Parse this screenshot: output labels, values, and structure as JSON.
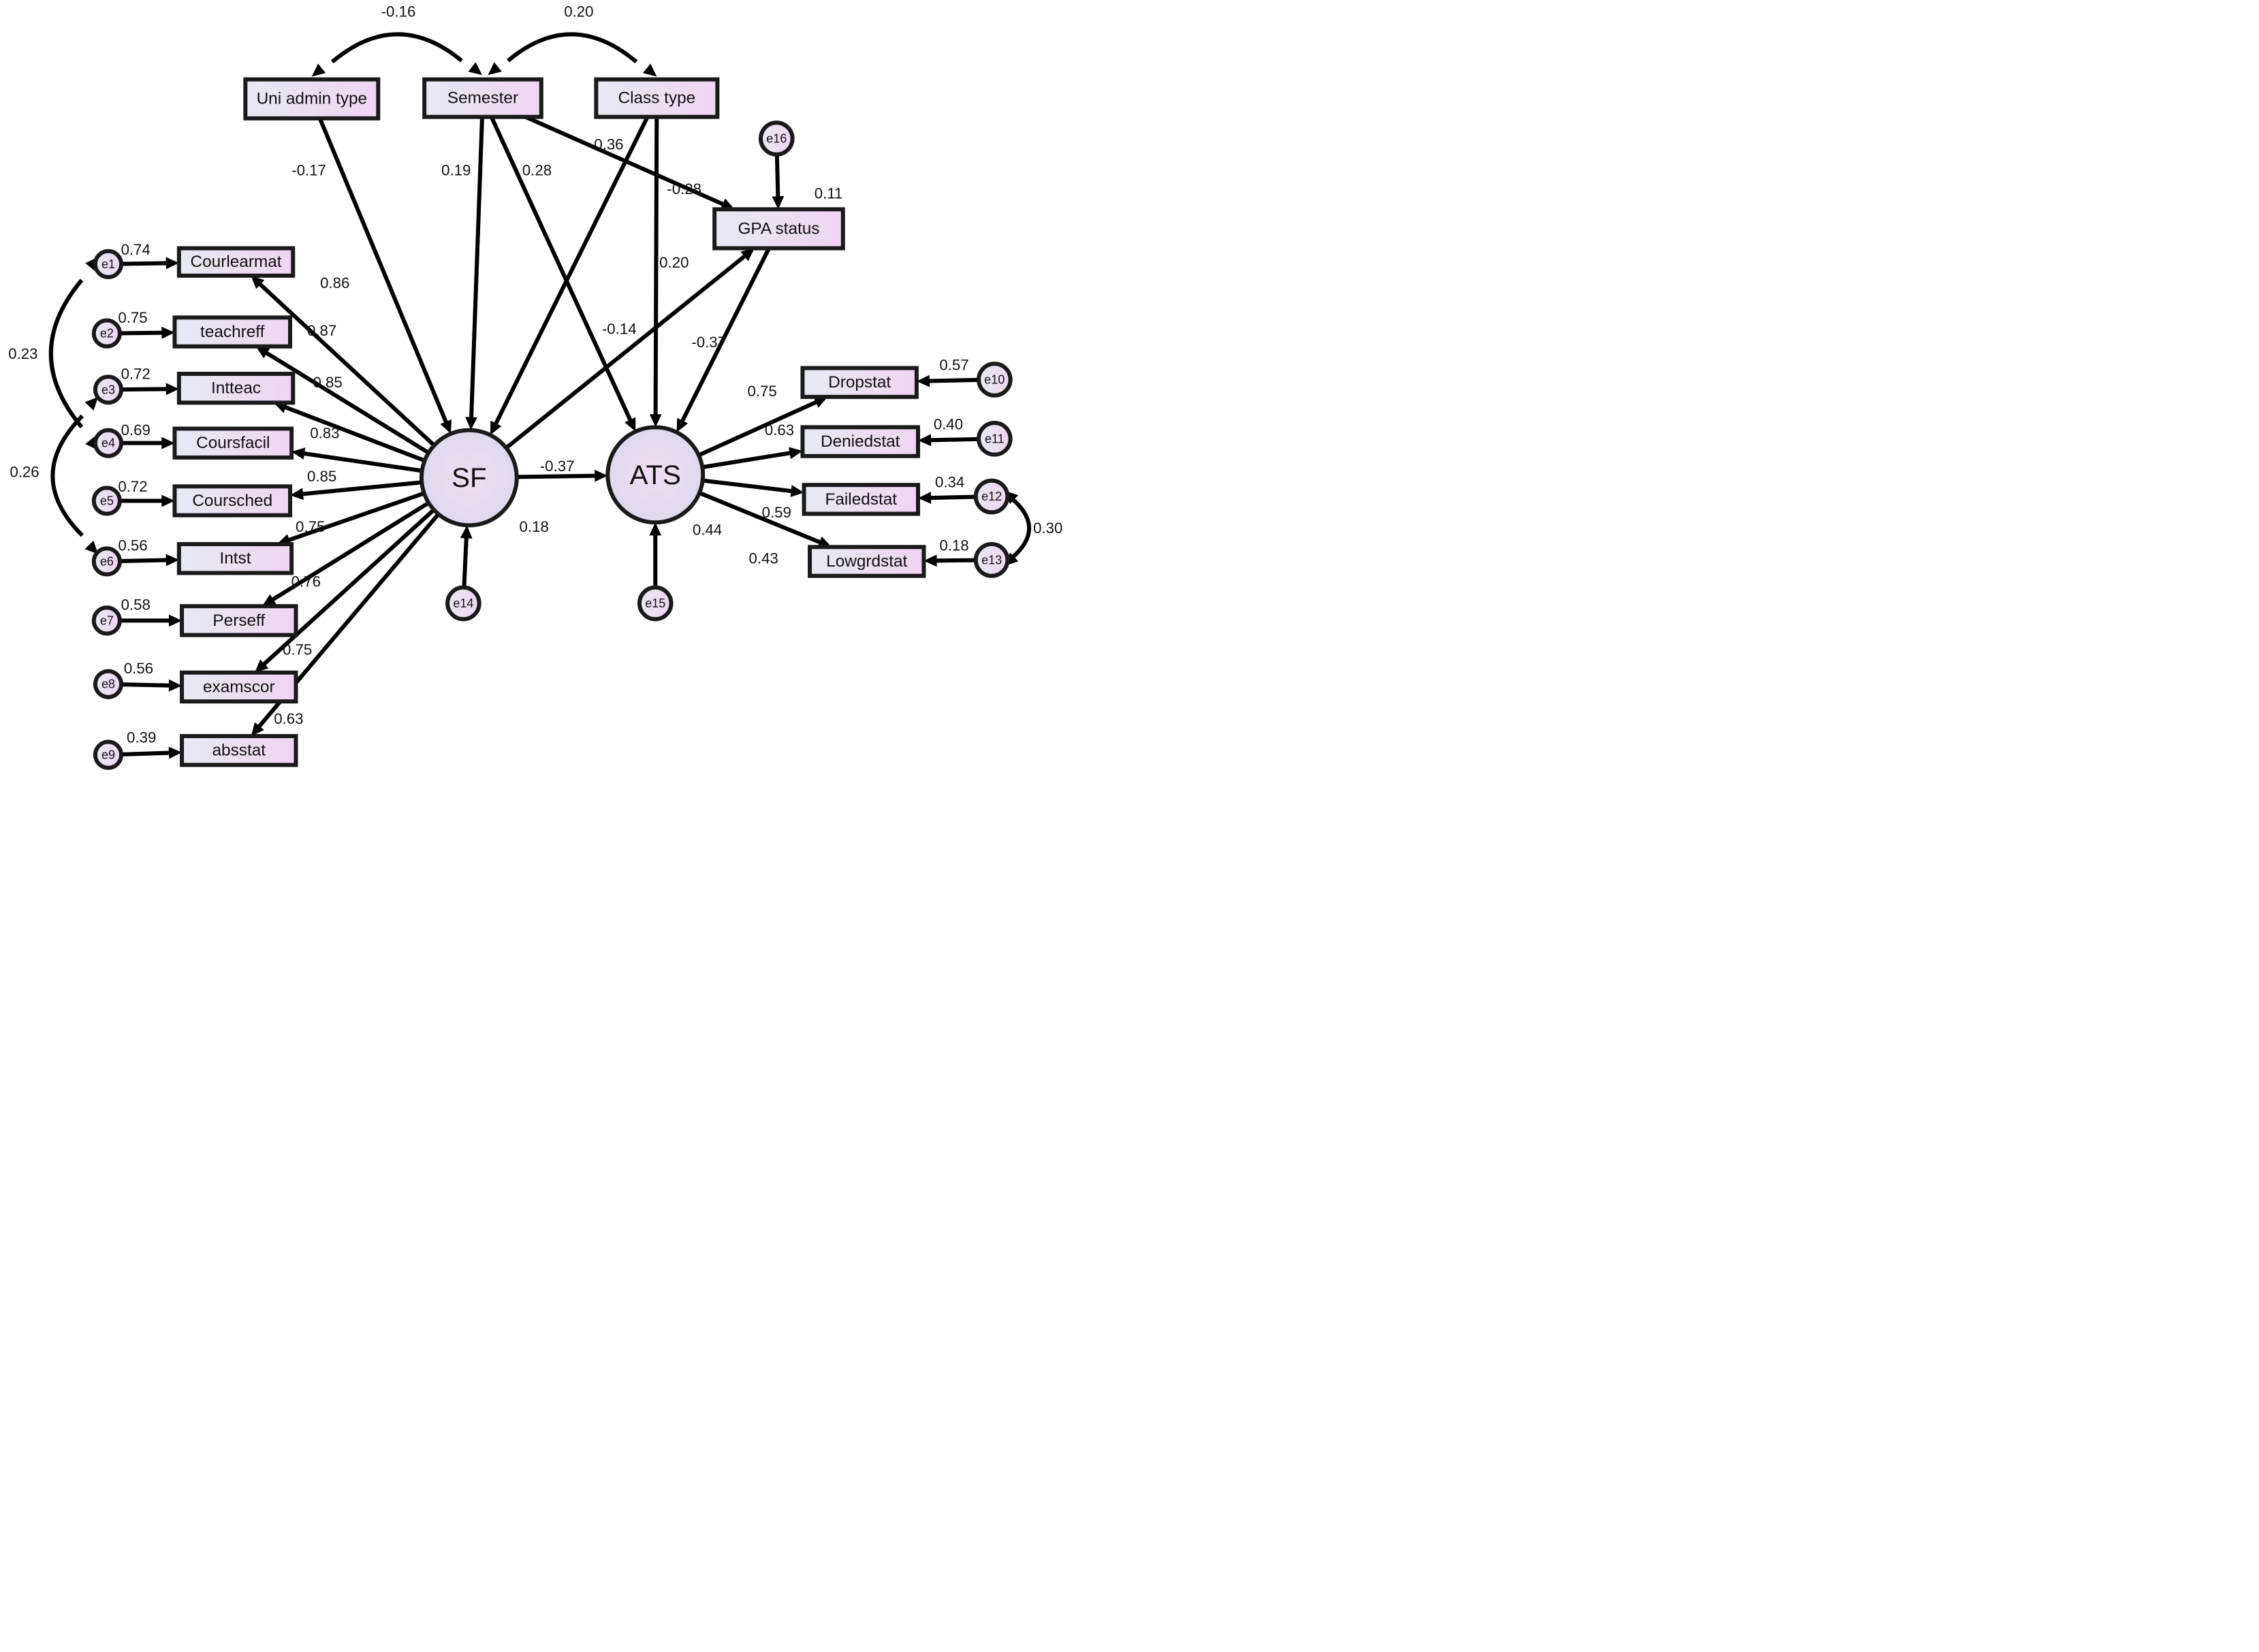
{
  "colors": {
    "node_fill_start": "#e6eaf2",
    "node_fill_end": "#f0d4f3",
    "stroke": "#1a1a1a",
    "text": "#111111"
  },
  "nodes": [
    {
      "id": "uniadmin",
      "label": "Uni admin type",
      "shape": "rect"
    },
    {
      "id": "semester",
      "label": "Semester",
      "shape": "rect"
    },
    {
      "id": "classtype",
      "label": "Class type",
      "shape": "rect"
    },
    {
      "id": "gpa",
      "label": "GPA status",
      "shape": "rect"
    },
    {
      "id": "e16",
      "label": "e16",
      "shape": "circle"
    },
    {
      "id": "sf",
      "label": "SF",
      "shape": "ellipse"
    },
    {
      "id": "ats",
      "label": "ATS",
      "shape": "ellipse"
    },
    {
      "id": "e14",
      "label": "e14",
      "shape": "circle"
    },
    {
      "id": "e15",
      "label": "e15",
      "shape": "circle"
    },
    {
      "id": "courlearmat",
      "label": "Courlearmat",
      "shape": "rect"
    },
    {
      "id": "teachreff",
      "label": "teachreff",
      "shape": "rect"
    },
    {
      "id": "intteac",
      "label": "Intteac",
      "shape": "rect"
    },
    {
      "id": "coursfacil",
      "label": "Coursfacil",
      "shape": "rect"
    },
    {
      "id": "coursched",
      "label": "Coursched",
      "shape": "rect"
    },
    {
      "id": "intst",
      "label": "Intst",
      "shape": "rect"
    },
    {
      "id": "perseff",
      "label": "Perseff",
      "shape": "rect"
    },
    {
      "id": "examscor",
      "label": "examscor",
      "shape": "rect"
    },
    {
      "id": "absstat",
      "label": "absstat",
      "shape": "rect"
    },
    {
      "id": "e1",
      "label": "e1",
      "shape": "circle"
    },
    {
      "id": "e2",
      "label": "e2",
      "shape": "circle"
    },
    {
      "id": "e3",
      "label": "e3",
      "shape": "circle"
    },
    {
      "id": "e4",
      "label": "e4",
      "shape": "circle"
    },
    {
      "id": "e5",
      "label": "e5",
      "shape": "circle"
    },
    {
      "id": "e6",
      "label": "e6",
      "shape": "circle"
    },
    {
      "id": "e7",
      "label": "e7",
      "shape": "circle"
    },
    {
      "id": "e8",
      "label": "e8",
      "shape": "circle"
    },
    {
      "id": "e9",
      "label": "e9",
      "shape": "circle"
    },
    {
      "id": "dropstat",
      "label": "Dropstat",
      "shape": "rect"
    },
    {
      "id": "deniedstat",
      "label": "Deniedstat",
      "shape": "rect"
    },
    {
      "id": "failedstat",
      "label": "Failedstat",
      "shape": "rect"
    },
    {
      "id": "lowgrdstat",
      "label": "Lowgrdstat",
      "shape": "rect"
    },
    {
      "id": "e10",
      "label": "e10",
      "shape": "circle"
    },
    {
      "id": "e11",
      "label": "e11",
      "shape": "circle"
    },
    {
      "id": "e12",
      "label": "e12",
      "shape": "circle"
    },
    {
      "id": "e13",
      "label": "e13",
      "shape": "circle"
    }
  ],
  "paths": [
    {
      "from": "uniadmin",
      "to": "sf",
      "coef": "-0.17"
    },
    {
      "from": "semester",
      "to": "sf",
      "coef": "0.19"
    },
    {
      "from": "semester",
      "to": "ats",
      "coef": "0.28"
    },
    {
      "from": "semester",
      "to": "gpa",
      "coef": "-0.28"
    },
    {
      "from": "classtype",
      "to": "sf",
      "coef": "-0.36"
    },
    {
      "from": "classtype",
      "to": "ats",
      "coef": "0.20"
    },
    {
      "from": "sf",
      "to": "gpa",
      "coef": "-0.14"
    },
    {
      "from": "gpa",
      "to": "ats",
      "coef": "-0.37"
    },
    {
      "from": "sf",
      "to": "ats",
      "coef": "-0.37"
    },
    {
      "from": "e16",
      "to": "gpa",
      "coef": ""
    },
    {
      "from": "e14",
      "to": "sf",
      "coef": ""
    },
    {
      "from": "e15",
      "to": "ats",
      "coef": ""
    },
    {
      "from": "sf",
      "to": "courlearmat",
      "coef": "0.86"
    },
    {
      "from": "sf",
      "to": "teachreff",
      "coef": "0.87"
    },
    {
      "from": "sf",
      "to": "intteac",
      "coef": "0.85"
    },
    {
      "from": "sf",
      "to": "coursfacil",
      "coef": "0.83"
    },
    {
      "from": "sf",
      "to": "coursched",
      "coef": "0.85"
    },
    {
      "from": "sf",
      "to": "intst",
      "coef": "0.75"
    },
    {
      "from": "sf",
      "to": "perseff",
      "coef": "0.76"
    },
    {
      "from": "sf",
      "to": "examscor",
      "coef": "0.75"
    },
    {
      "from": "sf",
      "to": "absstat",
      "coef": "0.63"
    },
    {
      "from": "e1",
      "to": "courlearmat",
      "coef": "0.74"
    },
    {
      "from": "e2",
      "to": "teachreff",
      "coef": "0.75"
    },
    {
      "from": "e3",
      "to": "intteac",
      "coef": "0.72"
    },
    {
      "from": "e4",
      "to": "coursfacil",
      "coef": "0.69"
    },
    {
      "from": "e5",
      "to": "coursched",
      "coef": "0.72"
    },
    {
      "from": "e6",
      "to": "intst",
      "coef": "0.56"
    },
    {
      "from": "e7",
      "to": "perseff",
      "coef": "0.58"
    },
    {
      "from": "e8",
      "to": "examscor",
      "coef": "0.56"
    },
    {
      "from": "e9",
      "to": "absstat",
      "coef": "0.39"
    },
    {
      "from": "ats",
      "to": "dropstat",
      "coef": "0.75"
    },
    {
      "from": "ats",
      "to": "deniedstat",
      "coef": "0.63"
    },
    {
      "from": "ats",
      "to": "failedstat",
      "coef": "0.59"
    },
    {
      "from": "ats",
      "to": "lowgrdstat",
      "coef": "0.43"
    },
    {
      "from": "e10",
      "to": "dropstat",
      "coef": "0.57"
    },
    {
      "from": "e11",
      "to": "deniedstat",
      "coef": "0.40"
    },
    {
      "from": "e12",
      "to": "failedstat",
      "coef": "0.34"
    },
    {
      "from": "e13",
      "to": "lowgrdstat",
      "coef": "0.18"
    }
  ],
  "covariances": [
    {
      "a": "uniadmin",
      "b": "semester",
      "coef": "-0.16"
    },
    {
      "a": "semester",
      "b": "classtype",
      "coef": "0.20"
    },
    {
      "a": "e1",
      "b": "e4",
      "coef": "0.23"
    },
    {
      "a": "e3",
      "b": "e6",
      "coef": "0.26"
    },
    {
      "a": "e12",
      "b": "e13",
      "coef": "0.30"
    }
  ],
  "r_squared": [
    {
      "node": "gpa",
      "value": "0.11"
    },
    {
      "node": "sf",
      "value": "0.18"
    },
    {
      "node": "ats",
      "value": "0.44"
    }
  ]
}
